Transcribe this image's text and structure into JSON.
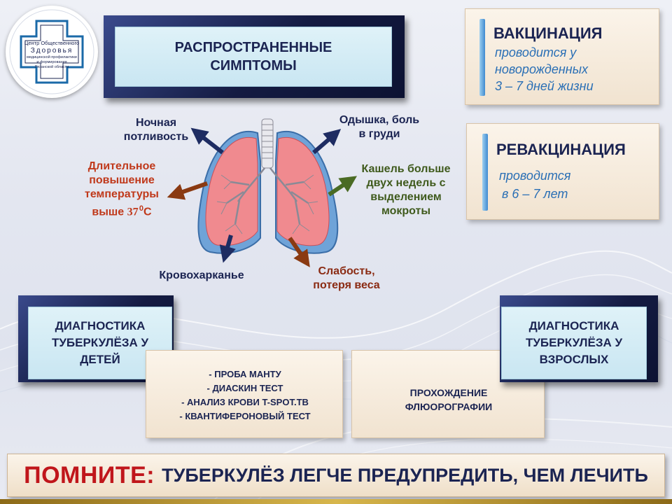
{
  "logo": {
    "line1": "Центр Общественного",
    "line2": "Здоровья",
    "line3": "медицинской профилактики",
    "line4": "и формирования",
    "line5": "Рязанской области",
    "colors": {
      "ring": "#1b6aa8",
      "cross": "#1b2452"
    }
  },
  "title": {
    "line1": "РАСПРОСТРАНЕННЫЕ",
    "line2": "СИМПТОМЫ"
  },
  "vaccination": {
    "title": "ВАКЦИНАЦИЯ",
    "line1": "проводится у",
    "line2": "новорожденных",
    "line3": "3 – 7 дней жизни"
  },
  "revaccination": {
    "title": "РЕВАКЦИНАЦИЯ",
    "line1": "проводится",
    "line2": "в 6 – 7 лет"
  },
  "symptoms": {
    "night_sweat": {
      "line1": "Ночная",
      "line2": "потливость"
    },
    "dyspnea": {
      "line1": "Одышка, боль",
      "line2": "в груди"
    },
    "fever": {
      "line1": "Длительное",
      "line2": "повышение",
      "line3": "температуры",
      "line4_prefix": "выше ",
      "temp": "37",
      "degree": "0",
      "unit": "С"
    },
    "cough": {
      "line1": "Кашель больше",
      "line2": "двух недель с",
      "line3": "выделением",
      "line4": "мокроты"
    },
    "hemoptysis": "Кровохарканье",
    "weakness": {
      "line1": "Слабость,",
      "line2": "потеря веса"
    }
  },
  "diag_children": {
    "line1": "ДИАГНОСТИКА",
    "line2": "ТУБЕРКУЛЁЗА У",
    "line3": "ДЕТЕЙ"
  },
  "diag_adults": {
    "line1": "ДИАГНОСТИКА",
    "line2": "ТУБЕРКУЛЁЗА У",
    "line3": "ВЗРОСЛЫХ"
  },
  "children_tests": {
    "item1": "- ПРОБА МАНТУ",
    "item2": "- ДИАСКИН ТЕСТ",
    "item3": "- АНАЛИЗ КРОВИ T-SPOT.TB",
    "item4": "- КВАНТИФЕРОНОВЫЙ ТЕСТ"
  },
  "adult_tests": {
    "line1": "ПРОХОЖДЕНИЕ",
    "line2": "ФЛЮОРОГРАФИИ"
  },
  "footer": {
    "remember": "ПОМНИТЕ:",
    "tagline": "ТУБЕРКУЛЁЗ ЛЕГЧЕ ПРЕДУПРЕДИТЬ, ЧЕМ ЛЕЧИТЬ"
  },
  "icons": {
    "lungs": "lungs-illustration",
    "arrows": [
      "arrow-up-left-icon",
      "arrow-up-right-icon",
      "arrow-left-icon",
      "arrow-right-icon",
      "arrow-down-left-icon",
      "arrow-down-right-icon"
    ]
  },
  "colors": {
    "navy": "#1b2452",
    "accent_red": "#c0161b",
    "symptom_red": "#c0391b",
    "symptom_green": "#3f5a1c",
    "symptom_brown": "#8a2a12",
    "italic_blue": "#2a6fb5",
    "arrow_navy": "#1e2c62",
    "arrow_brown": "#8a3a12",
    "arrow_green": "#4a6b24"
  }
}
